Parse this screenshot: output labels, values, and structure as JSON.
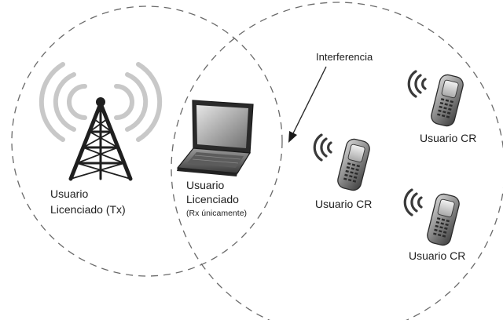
{
  "labels": {
    "tower_line1": "Usuario",
    "tower_line2": "Licenciado (Tx)",
    "laptop_line1": "Usuario",
    "laptop_line2": "Licenciado",
    "laptop_line3": "(Rx únicamente)",
    "interference": "Interferencia",
    "cr_user_1": "Usuario CR",
    "cr_user_2": "Usuario CR",
    "cr_user_3": "Usuario CR"
  },
  "icons": {
    "tower": "radio-tower-icon",
    "laptop": "laptop-icon",
    "phone": "mobile-phone-icon",
    "signal": "signal-waves-icon"
  },
  "colors": {
    "dashed_line": "#6a6a6a",
    "tower_wave": "#c4c4c4",
    "phone_wave": "#3a3a3a",
    "text": "#1e1e1e"
  }
}
